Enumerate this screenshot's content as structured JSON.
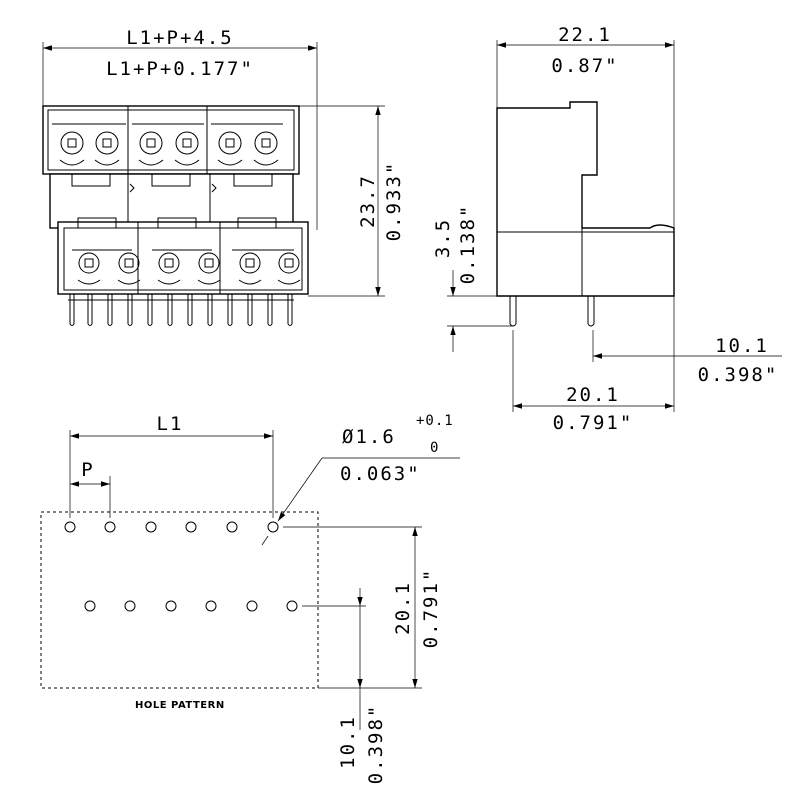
{
  "top_width": {
    "metric": "L1+P+4.5",
    "imperial": "L1+P+0.177\""
  },
  "height_total": {
    "metric": "23.7",
    "imperial": "0.933\""
  },
  "side_depth": {
    "metric": "22.1",
    "imperial": "0.87\""
  },
  "pin_length": {
    "metric": "3.5",
    "imperial": "0.138\""
  },
  "pin_offset": {
    "metric": "10.1",
    "imperial": "0.398\""
  },
  "pin_span": {
    "metric": "20.1",
    "imperial": "0.791\""
  },
  "hole_pattern": {
    "l1_label": "L1",
    "pitch_label": "P",
    "hole_diameter": {
      "metric": "Ø1.6",
      "tol_upper": "+0.1",
      "tol_lower": "0",
      "imperial": "0.063\""
    },
    "row_spacing": {
      "metric": "20.1",
      "imperial": "0.791\""
    },
    "edge_offset": {
      "metric": "10.1",
      "imperial": "0.398\""
    },
    "caption": "HOLE PATTERN"
  }
}
